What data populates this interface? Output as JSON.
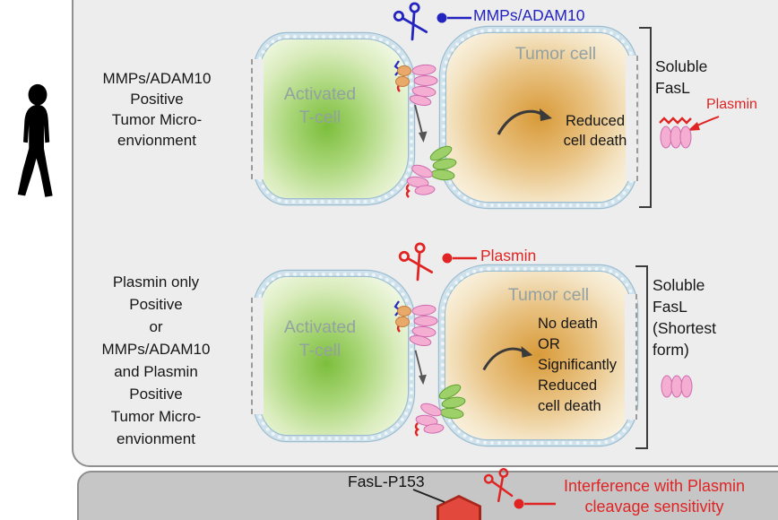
{
  "scenario1": {
    "left_label": "MMPs/ADAM10\nPositive\nTumor Micro-\nenvionment",
    "protease_label": "MMPs/ADAM10",
    "tcell_label": "Activated\nT-cell",
    "tumor_label": "Tumor cell",
    "outcome_label": "Reduced\ncell death",
    "soluble_label": "Soluble\nFasL",
    "plasmin_label": "Plasmin"
  },
  "scenario2": {
    "left_label": "Plasmin only\nPositive\nor\nMMPs/ADAM10\nand Plasmin\nPositive\nTumor Micro-\nenvionment",
    "protease_label": "Plasmin",
    "tcell_label": "Activated\nT-cell",
    "tumor_label": "Tumor cell",
    "outcome_label": "No death\nOR\nSignificantly\nReduced\ncell death",
    "soluble_label": "Soluble\nFasL\n(Shortest\nform)"
  },
  "bottom_panel": {
    "fasl_label": "FasL-P153",
    "interference_label": "Interference with Plasmin\ncleavage sensitivity"
  },
  "colors": {
    "mmp_blue": "#2323c0",
    "plasmin_red": "#e02424",
    "tcell_green": "#7cbe3c",
    "tumor_orange": "#d89a38",
    "membrane_blue": "#cfe2ec",
    "upper_panel_gray": "#ededed",
    "lower_panel_gray": "#c6c6c6"
  }
}
